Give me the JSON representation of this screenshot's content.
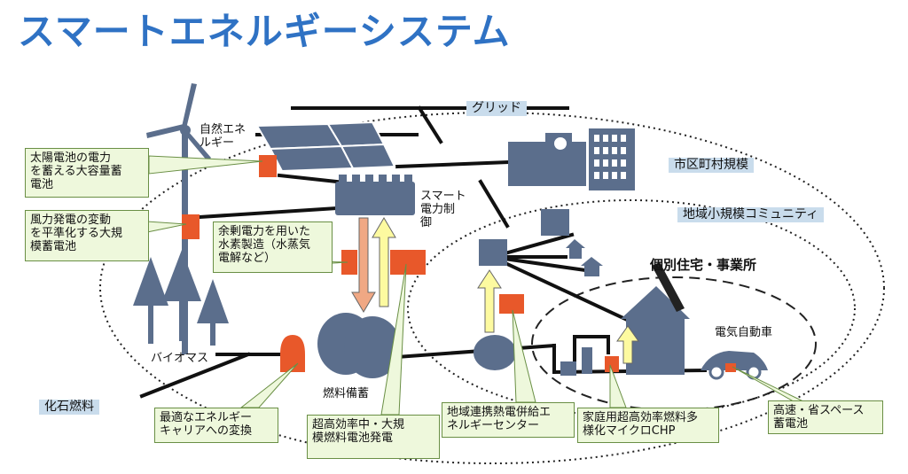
{
  "title": "スマートエネルギーシステム",
  "labels": {
    "grid": "グリッド",
    "shichoson": "市区町村規模",
    "chiiki": "地域小規模コミュニティ",
    "kobetsu": "個別住宅・事業所",
    "ev": "電気自動車",
    "biomass": "バイオマス",
    "fossil": "化石燃料",
    "nenryo_bichiku": "燃料備蓄",
    "shizen": "自然エネ\nルギー",
    "smart": "スマート\n電力制\n御"
  },
  "callouts": {
    "solar_storage": "太陽電池の電力\nを蓄える大容量蓄\n電池",
    "wind_storage": "風力発電の変動\nを平準化する大規\n模蓄電池",
    "hydrogen": "余剰電力を用いた\n水素製造（水蒸気\n電解など）",
    "carrier": "最適なエネルギー\nキャリアへの変換",
    "fuelcell_big": "超高効率中・大規\n模燃料電池発電",
    "district": "地域連携熱電併給エ\nネルギーセンター",
    "home_chp": "家庭用超高効率燃料多\n様化マイクロCHP",
    "ev_battery": "高速・省スペース\n蓄電池"
  },
  "colors": {
    "title": "#2f72c4",
    "gray": "#5b6e8c",
    "orange": "#e8582a",
    "callout_fill": "#eef8dc",
    "callout_border": "#6a8f45",
    "label_bg": "#c9dcec",
    "arrow_yellow": "#fdfaa0",
    "arrow_salmon": "#f0a884"
  }
}
